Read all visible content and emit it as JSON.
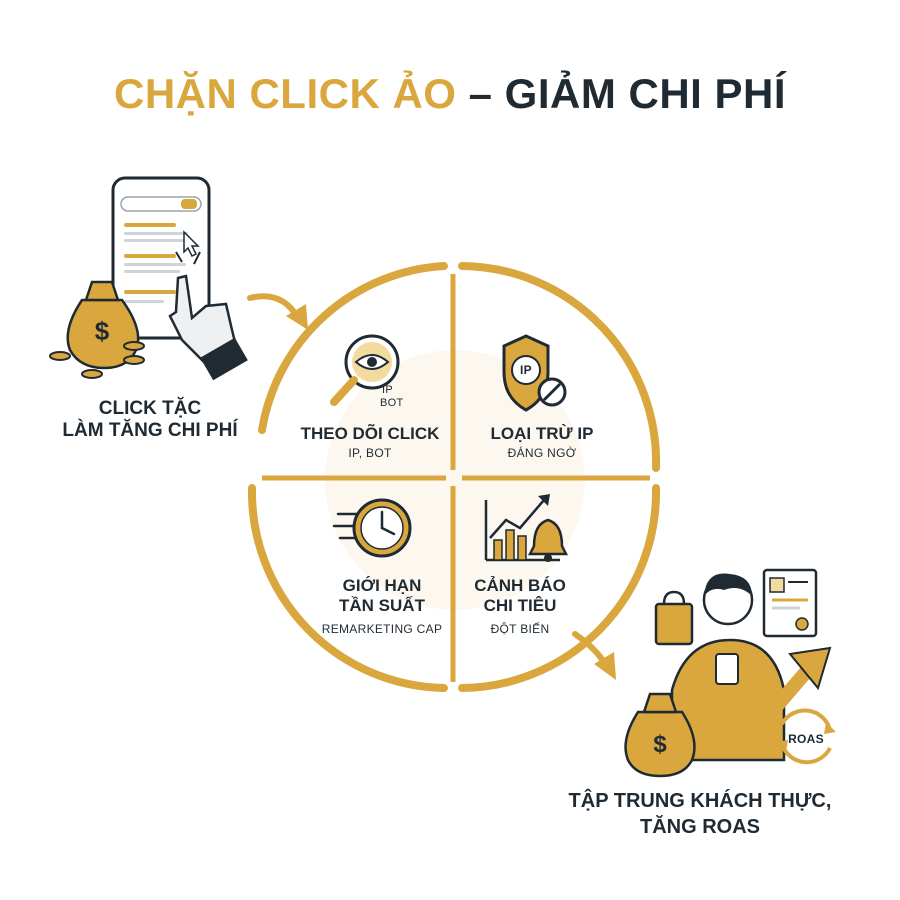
{
  "title": {
    "part1": "CHẶN CLICK ẢO",
    "dash": " – ",
    "part2": "GIẢM CHI PHÍ"
  },
  "left_label": {
    "line1": "CLICK TẶC",
    "line2": "LÀM TĂNG CHI PHÍ"
  },
  "right_label": {
    "line1": "TẬP TRUNG KHÁCH THỰC,",
    "line2": "TĂNG ROAS"
  },
  "quadrants": [
    {
      "title": "THEO DÕI CLICK",
      "sub": "IP, BOT",
      "icon_text": "IP",
      "icon_text2": "BOT",
      "icon": "magnifier-eye-icon"
    },
    {
      "title": "LOẠI TRỪ IP",
      "sub": "ĐÁNG NGỜ",
      "icon_text": "IP",
      "icon": "shield-block-icon"
    },
    {
      "title1": "GIỚI HẠN",
      "title2": "TẦN SUẤT",
      "sub": "REMARKETING CAP",
      "icon": "clock-speed-icon"
    },
    {
      "title1": "CẢNH BÁO",
      "title2": "CHI TIÊU",
      "sub": "ĐỘT BIẾN",
      "icon": "chart-bell-icon"
    }
  ],
  "roas_badge": "ROAS",
  "colors": {
    "gold": "#d9a73d",
    "dark": "#1f2a33",
    "light_gold": "#f3dba0"
  }
}
